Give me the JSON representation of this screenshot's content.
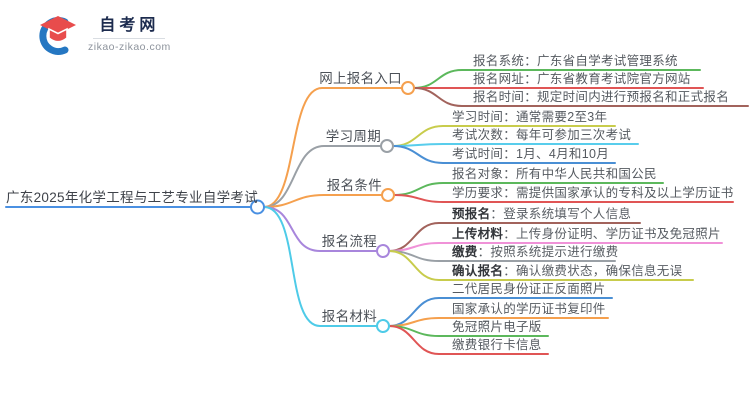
{
  "logo": {
    "title": "自考网",
    "domain": "zikao-zikao.com",
    "icon_colors": {
      "crescent_blue": "#2577c2",
      "cap_red": "#e84c4c"
    }
  },
  "map": {
    "root": {
      "label": "广东2025年化学工程与工艺专业自学考试",
      "color": "#4a90e2"
    },
    "branches": [
      {
        "label": "网上报名入口",
        "color": "#f5a04e",
        "children": [
          {
            "text": "报名系统：广东省自学考试管理系统",
            "color": "#5cb85c"
          },
          {
            "text": "报名网址：广东省教育考试院官方网站",
            "color": "#e05555"
          },
          {
            "text": "报名时间：规定时间内进行预报名和正式报名",
            "color": "#a2635c"
          }
        ]
      },
      {
        "label": "学习周期",
        "color": "#9aa0a6",
        "children": [
          {
            "text": "学习时间：通常需要2至3年",
            "color": "#c8cc4c"
          },
          {
            "text": "考试次数：每年可参加三次考试",
            "color": "#58cdec"
          },
          {
            "text": "考试时间：1月、4月和10月",
            "color": "#4a8fd4"
          }
        ]
      },
      {
        "label": "报名条件",
        "color": "#f5a04e",
        "children": [
          {
            "text": "报名对象：所有中华人民共和国公民",
            "color": "#5cb85c"
          },
          {
            "text": "学历要求：需提供国家承认的专科及以上学历证书",
            "color": "#e05555"
          }
        ]
      },
      {
        "label": "报名流程",
        "color": "#a886dc",
        "children": [
          {
            "label": "预报名",
            "text": "：登录系统填写个人信息",
            "color": "#a2635c"
          },
          {
            "label": "上传材料",
            "text": "：上传身份证明、学历证书及免冠照片",
            "color": "#f092d8"
          },
          {
            "label": "缴费",
            "text": "：按照系统提示进行缴费",
            "color": "#9aa0a6"
          },
          {
            "label": "确认报名",
            "text": "：确认缴费状态，确保信息无误",
            "color": "#c8cc4c"
          }
        ]
      },
      {
        "label": "报名材料",
        "color": "#4ecbe8",
        "children": [
          {
            "text": "二代居民身份证正反面照片",
            "color": "#4a8fd4"
          },
          {
            "text": "国家承认的学历证书复印件",
            "color": "#f5a04e"
          },
          {
            "text": "免冠照片电子版",
            "color": "#5cb85c"
          },
          {
            "text": "缴费银行卡信息",
            "color": "#e05555"
          }
        ]
      }
    ]
  }
}
